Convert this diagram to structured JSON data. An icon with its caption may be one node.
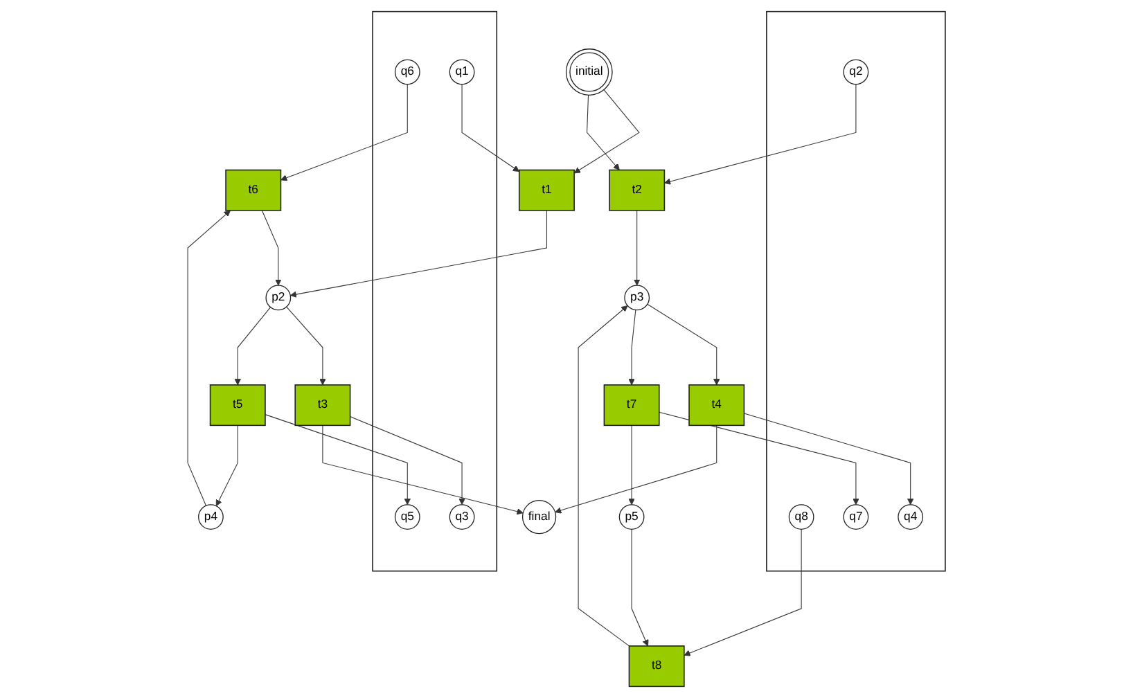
{
  "diagram": {
    "nodes": [
      {
        "text": [],
        "shape": "box"
      },
      {
        "text": [
          "q6"
        ],
        "in": 0
      },
      {
        "text": [
          "q1"
        ],
        "in": 0
      },
      {
        "text": [
          "q3"
        ],
        "in": 0
      },
      {
        "text": [
          "q5"
        ],
        "in": 0
      },
      {
        "text": [
          "initial"
        ]
      },
      {
        "text": [
          "t6"
        ]
      },
      {
        "text": [
          "t1"
        ]
      },
      {
        "text": [
          "t2"
        ]
      },
      {
        "text": [
          "t8"
        ]
      },
      {
        "text": [
          "p4"
        ]
      },
      {
        "text": [
          "p2"
        ]
      },
      {
        "text": [
          "p3"
        ]
      },
      {
        "text": [
          "p5"
        ]
      },
      {
        "text": [
          "t3"
        ]
      },
      {
        "text": [
          "t4"
        ]
      },
      {
        "text": [
          "t5"
        ]
      },
      {
        "text": [
          "t7"
        ]
      },
      {
        "text": [
          "final"
        ]
      },
      {
        "text": [],
        "shape": "box"
      },
      {
        "text": [
          "q8"
        ],
        "in": 19
      },
      {
        "text": [
          "q2"
        ],
        "in": 19
      },
      {
        "text": [
          "q4"
        ],
        "in": 19
      },
      {
        "text": [
          "q7"
        ],
        "in": 19
      }
    ],
    "edges": [
      {
        "from": 5,
        "to": 7,
        "arrow": "to"
      },
      {
        "from": 5,
        "to": 8,
        "arrow": "to"
      },
      {
        "from": 1,
        "to": 6,
        "arrow": "to"
      },
      {
        "from": 2,
        "to": 7,
        "arrow": "to"
      },
      {
        "from": 20,
        "to": 9,
        "arrow": "to"
      },
      {
        "from": 21,
        "to": 8,
        "arrow": "to"
      },
      {
        "from": 6,
        "to": 11,
        "arrow": "to"
      },
      {
        "from": 7,
        "to": 11,
        "arrow": "to"
      },
      {
        "from": 8,
        "to": 12,
        "arrow": "to"
      },
      {
        "from": 9,
        "to": 12,
        "arrow": "to"
      },
      {
        "from": 10,
        "to": 6,
        "arrow": "to"
      },
      {
        "from": 13,
        "to": 9,
        "arrow": "to"
      },
      {
        "from": 11,
        "to": 14,
        "arrow": "to"
      },
      {
        "from": 11,
        "to": 16,
        "arrow": "to"
      },
      {
        "from": 12,
        "to": 15,
        "arrow": "to"
      },
      {
        "from": 12,
        "to": 17,
        "arrow": "to"
      },
      {
        "from": 16,
        "to": 10,
        "arrow": "to"
      },
      {
        "from": 17,
        "to": 13,
        "arrow": "to"
      },
      {
        "from": 14,
        "to": 3,
        "arrow": "to"
      },
      {
        "from": 16,
        "to": 4,
        "arrow": "to"
      },
      {
        "from": 15,
        "to": 22,
        "arrow": "to"
      },
      {
        "from": 17,
        "to": 23,
        "arrow": "to"
      },
      {
        "from": 14,
        "to": 18,
        "arrow": "to"
      },
      {
        "from": 15,
        "to": 18,
        "arrow": "to"
      }
    ]
  }
}
